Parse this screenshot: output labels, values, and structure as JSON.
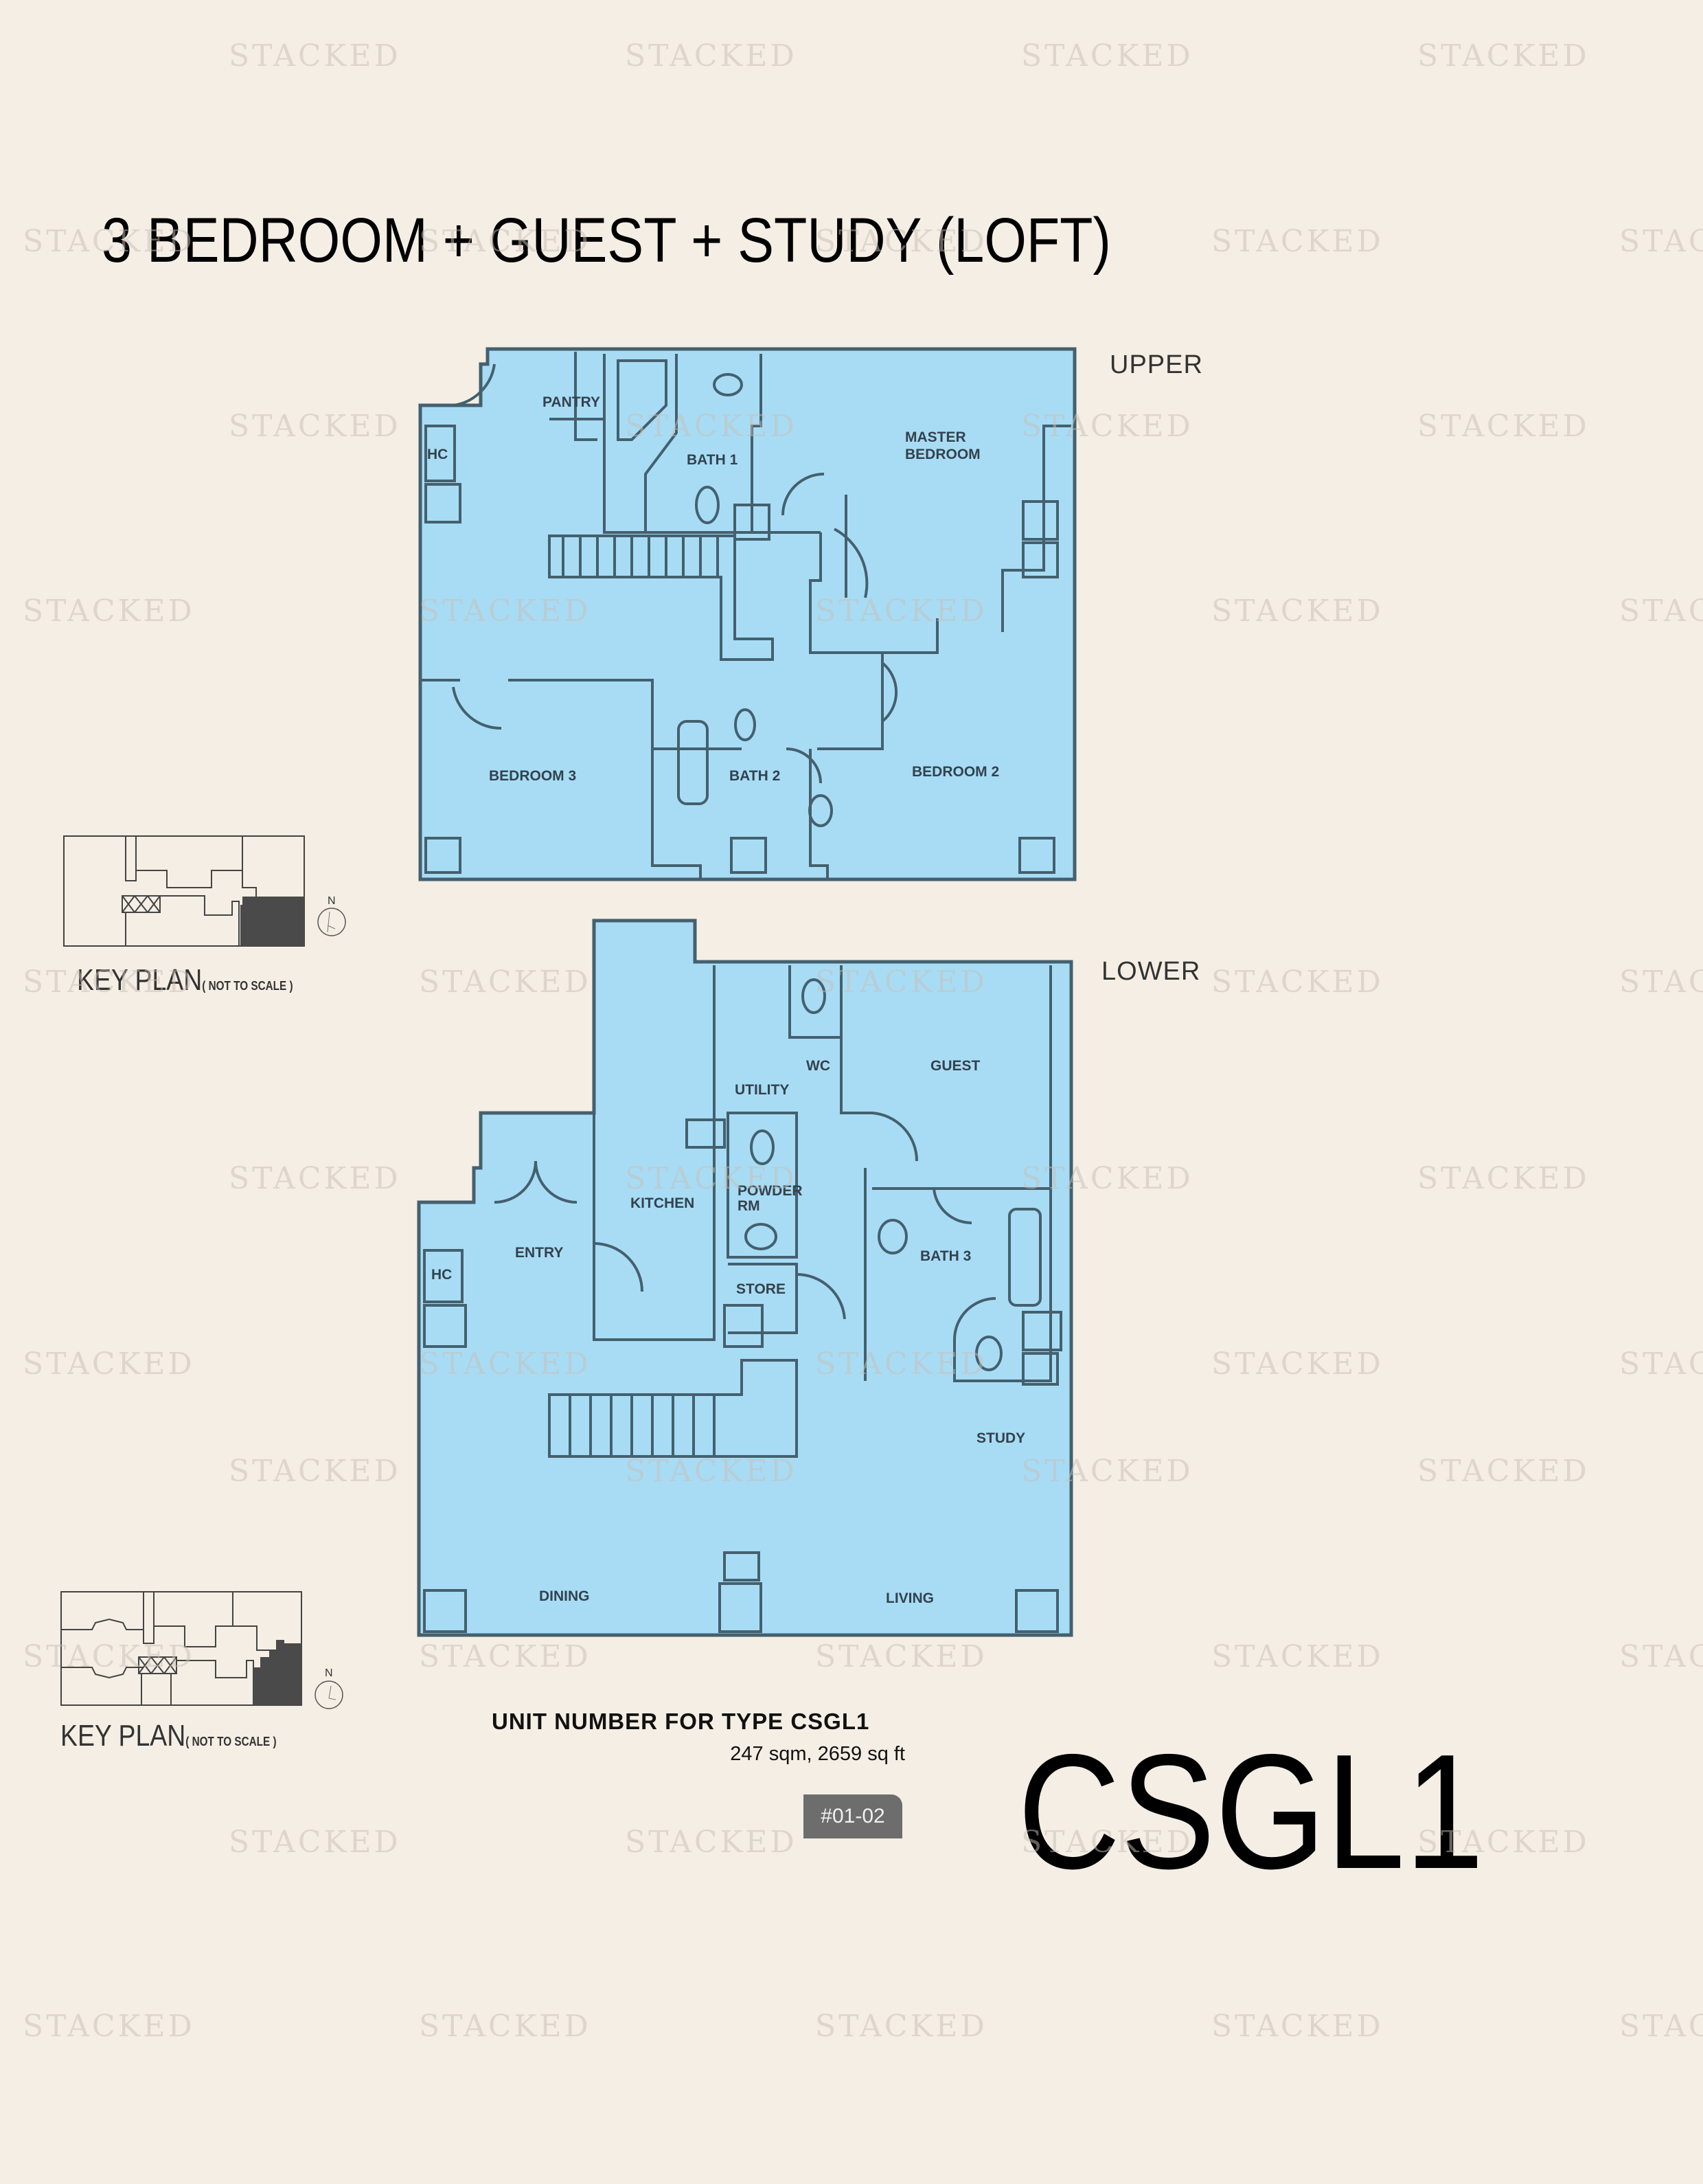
{
  "page": {
    "title": "3 BEDROOM + GUEST + STUDY (LOFT)",
    "watermark_text": "STACKED",
    "colors": {
      "background": "#f4eee4",
      "floor_fill": "#a8dcf5",
      "wall_line": "#44606e",
      "text": "#000000",
      "badge_fill": "#6d6d6d",
      "keyplan_highlight": "#4a4a4a"
    }
  },
  "upper_plan": {
    "label": "UPPER",
    "rooms": {
      "pantry": "PANTRY",
      "hc": "HC",
      "bath1": "BATH 1",
      "master_line1": "MASTER",
      "master_line2": "BEDROOM",
      "bedroom3": "BEDROOM 3",
      "bath2": "BATH 2",
      "bedroom2": "BEDROOM 2"
    }
  },
  "lower_plan": {
    "label": "LOWER",
    "rooms": {
      "wc": "WC",
      "utility": "UTILITY",
      "guest": "GUEST",
      "kitchen": "KITCHEN",
      "powder_line1": "POWDER",
      "powder_line2": "RM",
      "entry": "ENTRY",
      "hc": "HC",
      "store": "STORE",
      "bath3": "BATH 3",
      "study": "STUDY",
      "dining": "DINING",
      "living": "LIVING"
    }
  },
  "key_plans": [
    {
      "caption": "KEY PLAN",
      "note": "( NOT TO SCALE )",
      "north_label": "N"
    },
    {
      "caption": "KEY PLAN",
      "note": "( NOT TO SCALE )",
      "north_label": "N"
    }
  ],
  "unit_info": {
    "heading": "UNIT NUMBER FOR TYPE CSGL1",
    "area": "247 sqm, 2659 sq ft",
    "unit_numbers": [
      "#01-02"
    ]
  },
  "type_code": "CSGL1"
}
